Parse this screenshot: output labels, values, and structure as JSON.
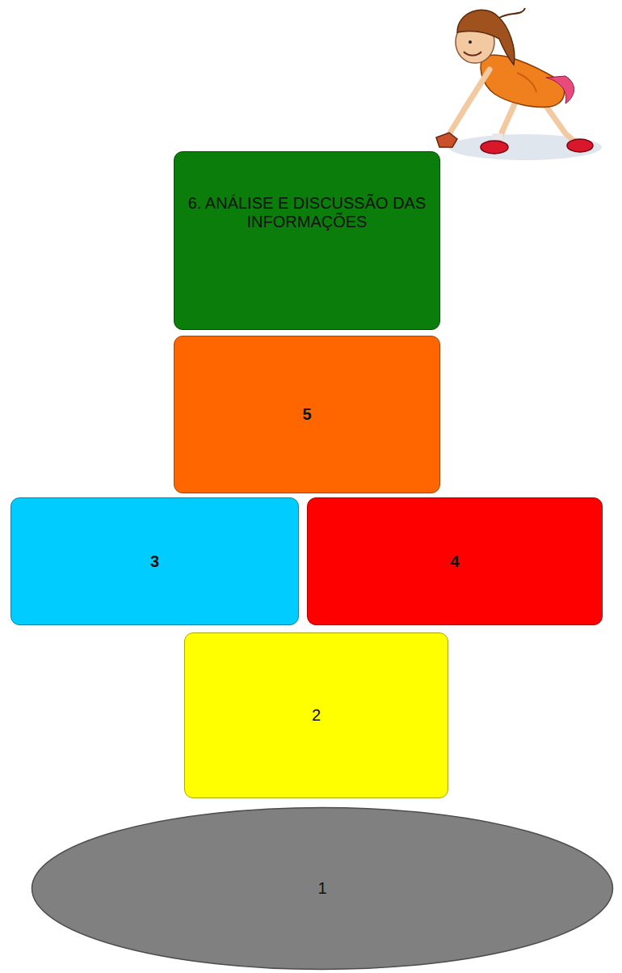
{
  "diagram": {
    "nodes": [
      {
        "text": [
          "6. ANÁLISE E DISCUSSÃO DAS INFORMAÇÕES"
        ]
      },
      {
        "text": [
          "5"
        ]
      },
      {
        "text": [
          "3"
        ]
      },
      {
        "text": [
          "4"
        ]
      },
      {
        "text": [
          "2"
        ]
      },
      {
        "text": [
          "1"
        ]
      }
    ]
  }
}
